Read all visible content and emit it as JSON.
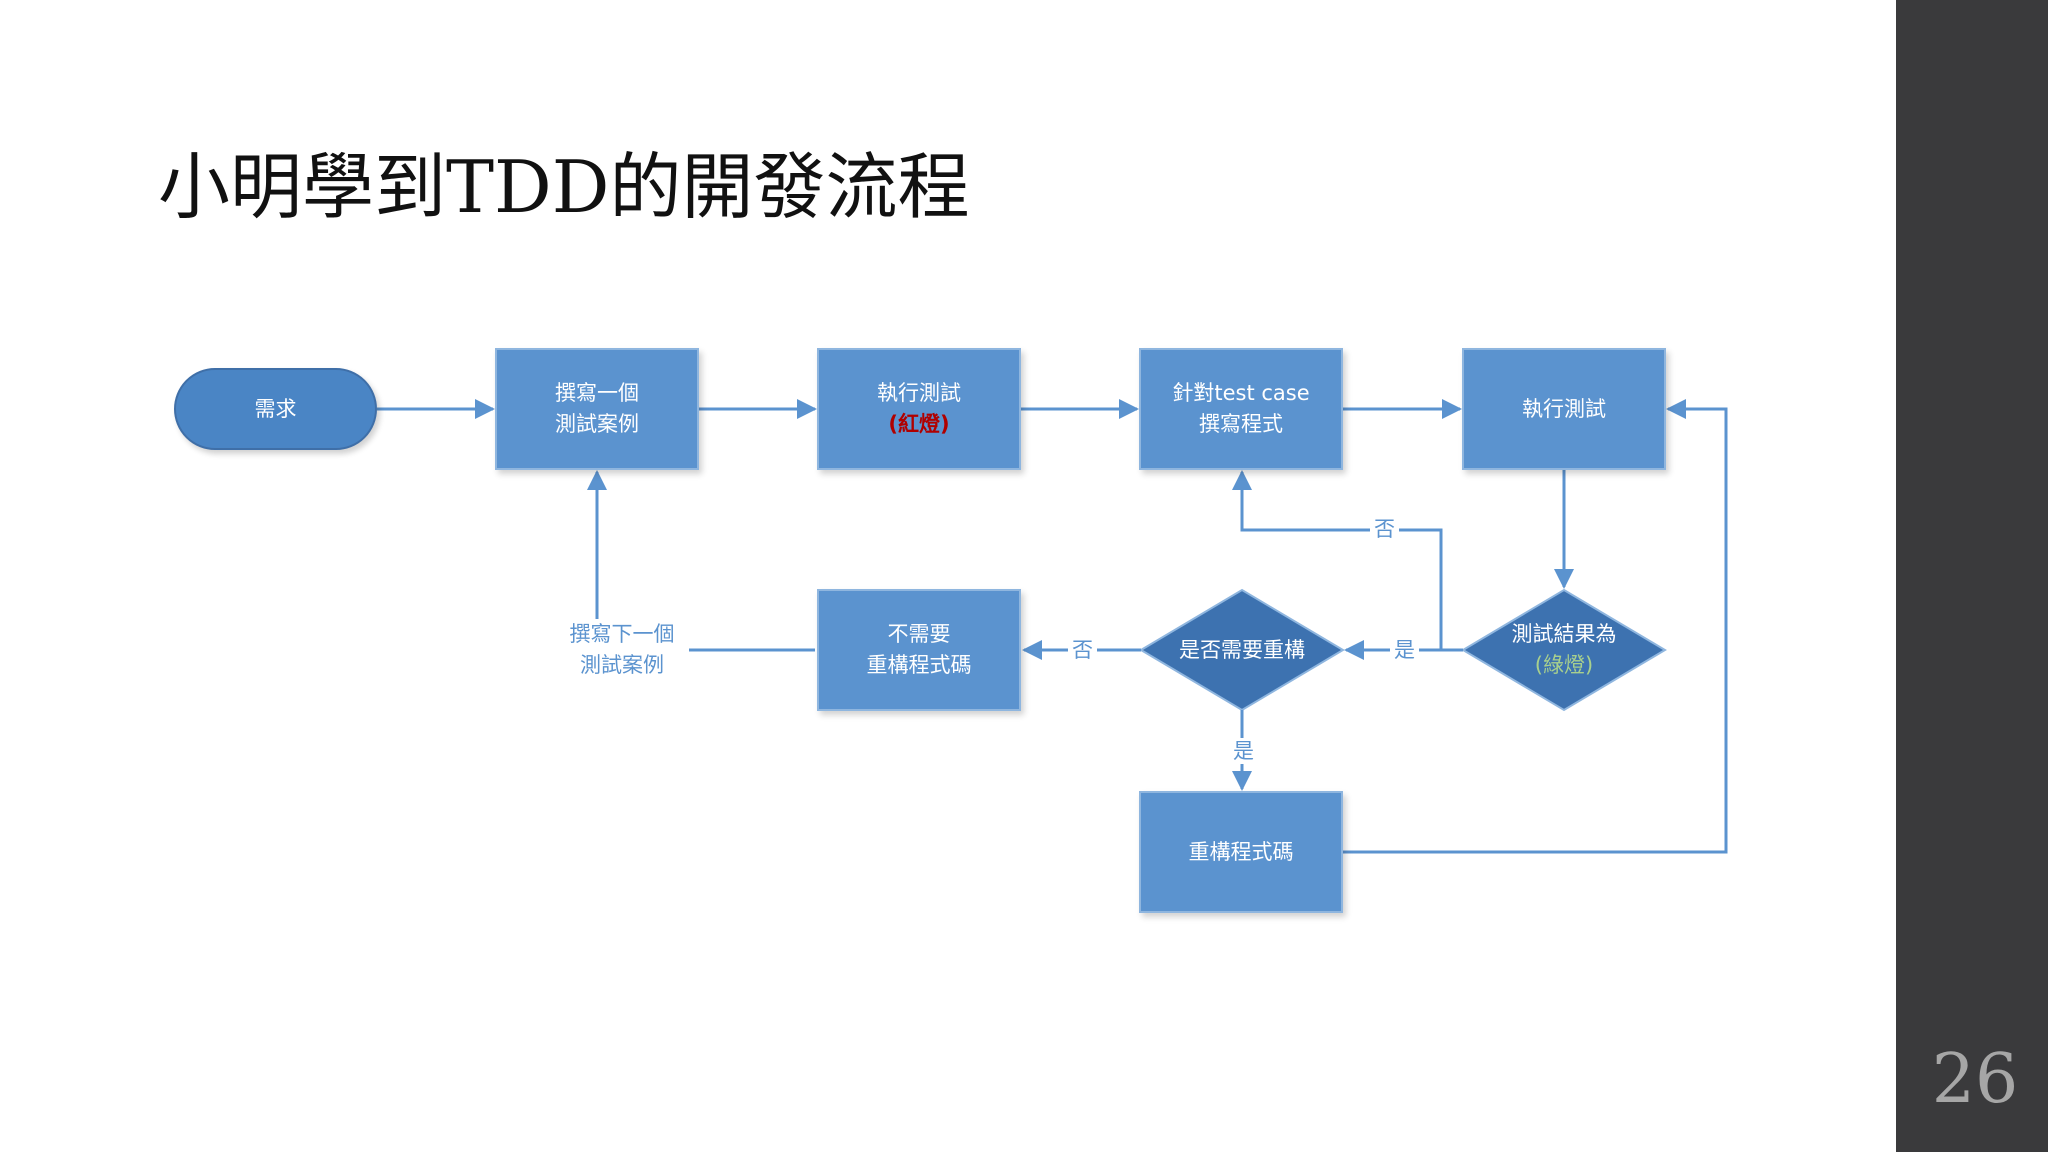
{
  "slide": {
    "title": "小明學到TDD的開發流程",
    "page_number": "26"
  },
  "flowchart": {
    "nodes": {
      "requirement": "需求",
      "write_case_line1": "撰寫一個",
      "write_case_line2": "測試案例",
      "run_test_red_line1": "執行測試",
      "run_test_red_line2": "(紅燈)",
      "write_code_line1": "針對test case",
      "write_code_line2": "撰寫程式",
      "run_test": "執行測試",
      "result_green_line1": "測試結果為",
      "result_green_line2": "(綠燈)",
      "need_refactor": "是否需要重構",
      "no_refactor_line1": "不需要",
      "no_refactor_line2": "重構程式碼",
      "refactor": "重構程式碼"
    },
    "edge_labels": {
      "no_back_to_code": "否",
      "yes_to_refactor_question": "是",
      "no_from_refactor_question": "否",
      "yes_down_refactor": "是",
      "next_case_line1": "撰寫下一個",
      "next_case_line2": "測試案例"
    }
  },
  "colors": {
    "node_fill": "#5b93cf",
    "terminator_fill": "#4a85c5",
    "line": "#5b93cf",
    "red_text": "#b00000",
    "green_text": "#a8d08d",
    "sidebar": "#3a3a3c"
  }
}
